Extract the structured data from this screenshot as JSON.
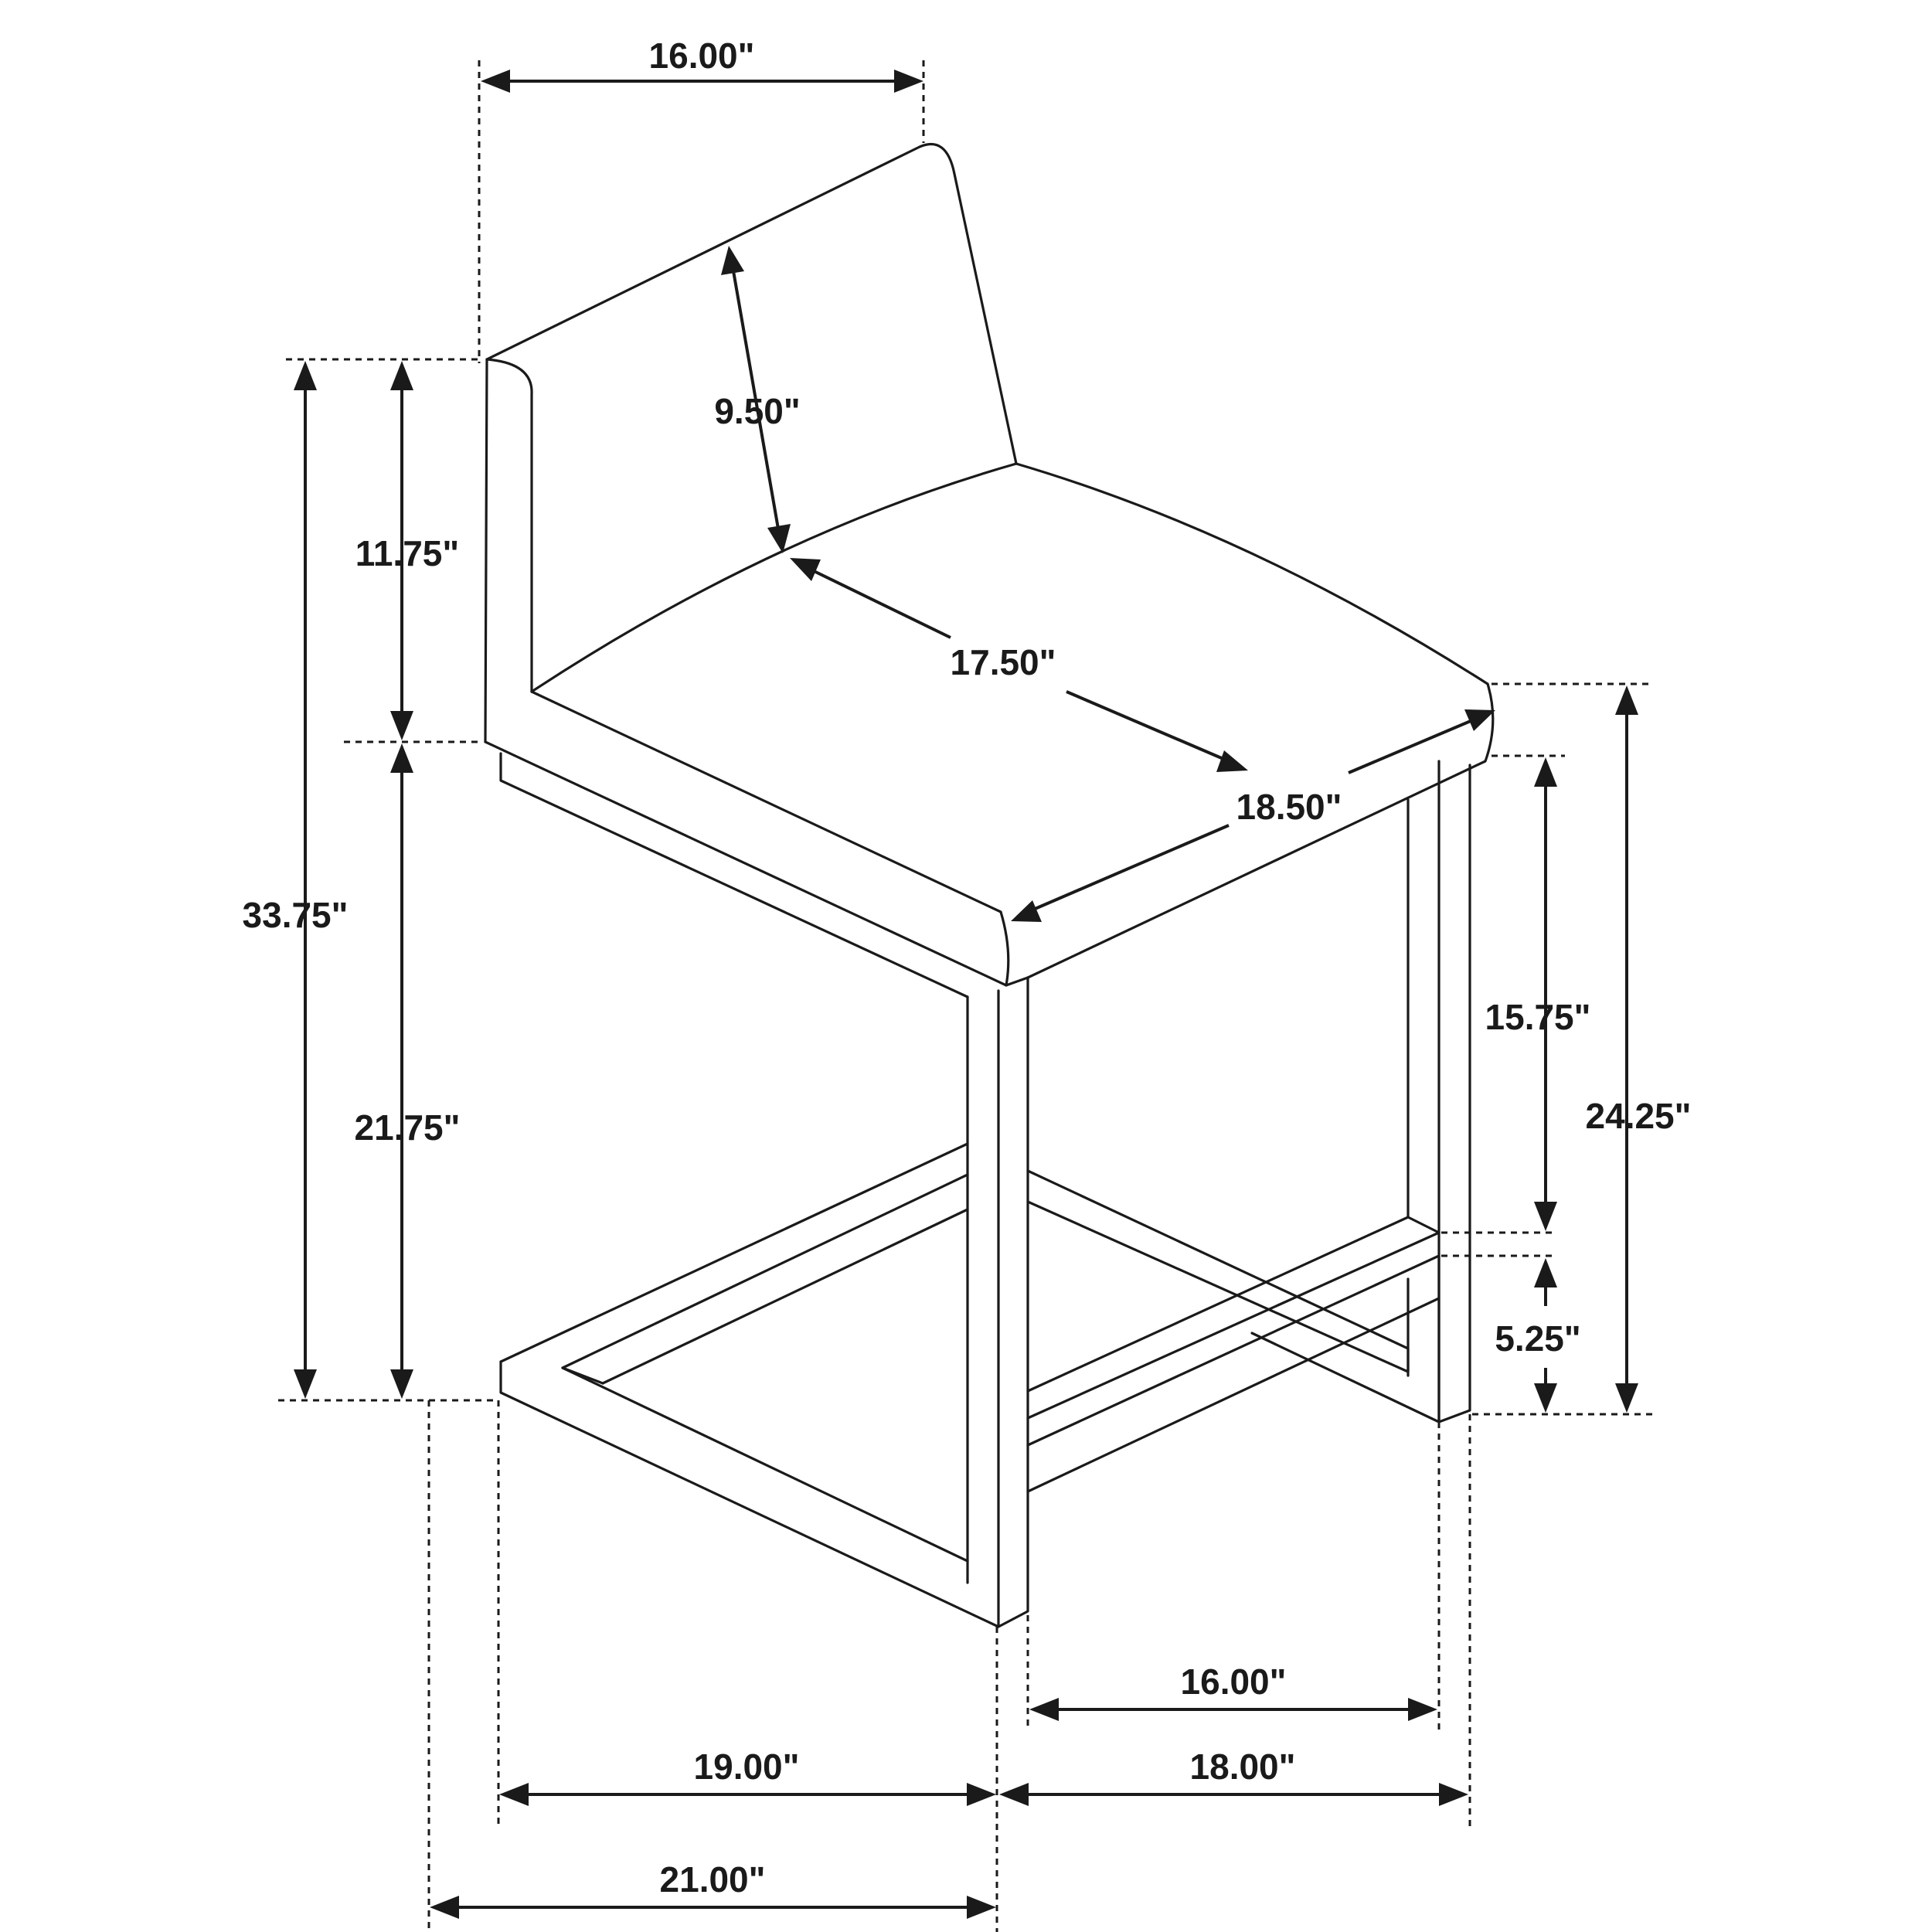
{
  "dimensions": {
    "top_width": "16.00\"",
    "back_height": "9.50\"",
    "backrest_height": "11.75\"",
    "overall_height": "33.75\"",
    "seat_height": "21.75\"",
    "seat_depth": "17.50\"",
    "seat_width": "18.50\"",
    "seat_to_footrest": "15.75\"",
    "arm_height": "24.25\"",
    "footrest_height": "5.25\"",
    "base_width_inner": "16.00\"",
    "base_width_outer": "18.00\"",
    "base_depth_inner": "19.00\"",
    "base_depth_outer": "21.00\""
  },
  "colors": {
    "line": "#1a1a1a",
    "background": "#ffffff"
  }
}
